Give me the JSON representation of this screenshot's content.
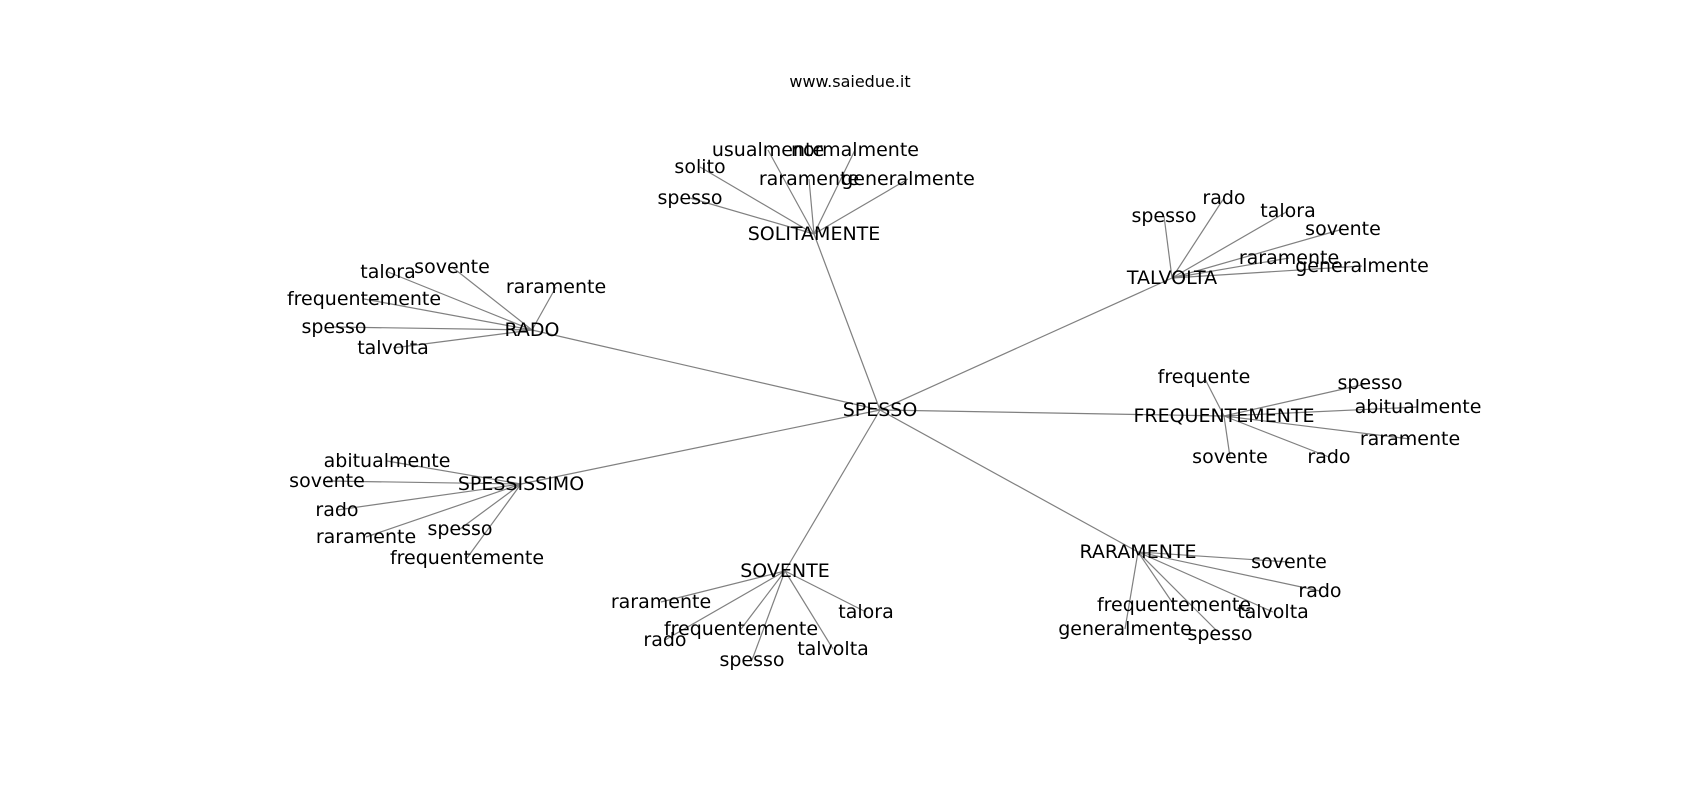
{
  "title": "www.saiedue.it",
  "graph": {
    "center": {
      "label": "SPESSO"
    },
    "hubs": [
      {
        "label": "SOLITAMENTE",
        "leaves": [
          "usualmente",
          "normalmente",
          "solito",
          "raramente",
          "generalmente",
          "spesso"
        ]
      },
      {
        "label": "TALVOLTA",
        "leaves": [
          "rado",
          "spesso",
          "talora",
          "sovente",
          "raramente",
          "generalmente"
        ]
      },
      {
        "label": "RADO",
        "leaves": [
          "sovente",
          "talora",
          "raramente",
          "frequentemente",
          "spesso",
          "talvolta"
        ]
      },
      {
        "label": "FREQUENTEMENTE",
        "leaves": [
          "frequente",
          "spesso",
          "abitualmente",
          "raramente",
          "sovente",
          "rado"
        ]
      },
      {
        "label": "SPESSISSIMO",
        "leaves": [
          "abitualmente",
          "sovente",
          "rado",
          "spesso",
          "raramente",
          "frequentemente"
        ]
      },
      {
        "label": "SOVENTE",
        "leaves": [
          "raramente",
          "talora",
          "frequentemente",
          "rado",
          "talvolta",
          "spesso"
        ]
      },
      {
        "label": "RARAMENTE",
        "leaves": [
          "sovente",
          "rado",
          "frequentemente",
          "talvolta",
          "generalmente",
          "spesso"
        ]
      }
    ]
  }
}
